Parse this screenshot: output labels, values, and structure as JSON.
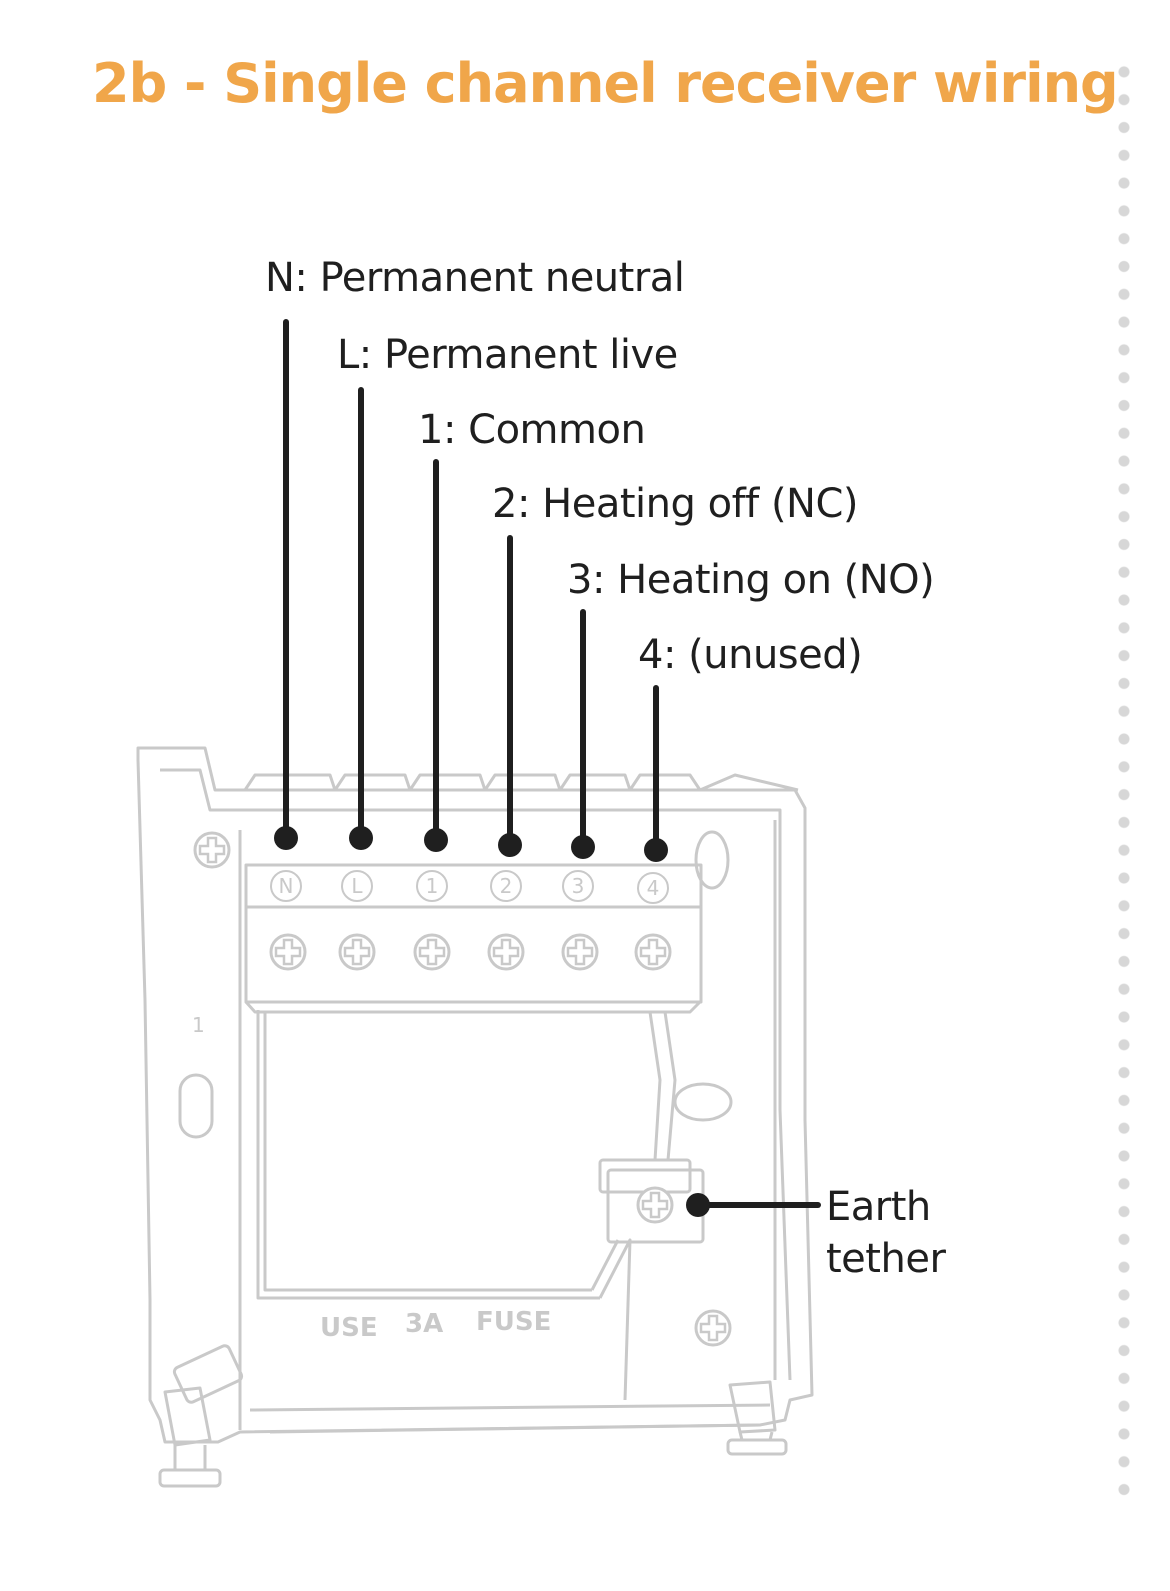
{
  "title": "2b - Single channel receiver wiring",
  "terminals": [
    {
      "id": "N",
      "mark": "N",
      "label": "N: Permanent neutral"
    },
    {
      "id": "L",
      "mark": "L",
      "label": "L: Permanent live"
    },
    {
      "id": "1",
      "mark": "1",
      "label": "1: Common"
    },
    {
      "id": "2",
      "mark": "2",
      "label": "2: Heating off (NC)"
    },
    {
      "id": "3",
      "mark": "3",
      "label": "3: Heating on (NO)"
    },
    {
      "id": "4",
      "mark": "4",
      "label": "4: (unused)"
    }
  ],
  "earth": {
    "line1": "Earth",
    "line2": "tether"
  },
  "plate_marking": "1",
  "fuse_text": {
    "use": "USE",
    "rating": "3A",
    "fuse": "FUSE"
  },
  "colors": {
    "title": "#f0a64a",
    "lines": "#1f1f1f",
    "plate": "#c9c9c9"
  }
}
